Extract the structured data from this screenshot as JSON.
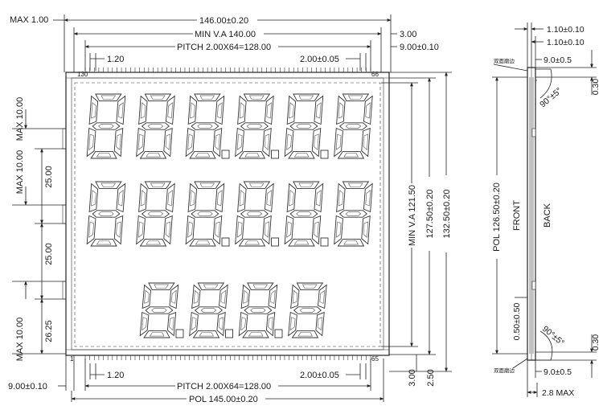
{
  "top_dims": {
    "max_height": "MAX  1.00",
    "overall_width": "146.00±0.20",
    "min_va": "MIN V.A 140.00",
    "right_gap": "3.00",
    "pitch": "PITCH  2.00X64=128.00",
    "right_offset": "9.00±0.10",
    "pin_width": "1.20",
    "pin_tol": "2.00±0.05"
  },
  "pin_labels": {
    "top_left": "130",
    "top_right": "66",
    "bottom_left": "1",
    "bottom_right": "65"
  },
  "left_dims": {
    "max1": "MAX  10.00",
    "max2": "MAX  10.00",
    "d25a": "25.00",
    "d25b": "25.00",
    "max3": "MAX  10.00",
    "d2625": "26.25",
    "left_offset": "9.00±0.10"
  },
  "right_dims": {
    "min_va": "MIN V.A 121.50",
    "outer1": "127.50±0.20",
    "outer2": "132.50±0.20",
    "b3": "3.00",
    "b25": "2.50"
  },
  "bottom_dims": {
    "pin_width": "1.20",
    "pin_tol": "2.00±0.05",
    "pitch": "PITCH  2.00X64=128.00",
    "pol": "POL  145.00±0.20"
  },
  "side_view": {
    "t1": "1.10±0.10",
    "t2": "1.10±0.10",
    "note_top": "双面磨边",
    "w_top": "9.0±0.5",
    "angle_top": "90°±5°",
    "r_top": "0.30",
    "pol": "POL  126.50±0.20",
    "front": "FRONT",
    "back": "BACK",
    "step": "0.50±0.50",
    "angle_bot": "90°±5°",
    "r_bot": "0.30",
    "note_bot": "双面磨边",
    "w_bot": "9.0±0.5",
    "max_thk": "2.8  MAX"
  },
  "digits": {
    "row1": 6,
    "row2": 6,
    "row3": 4
  }
}
